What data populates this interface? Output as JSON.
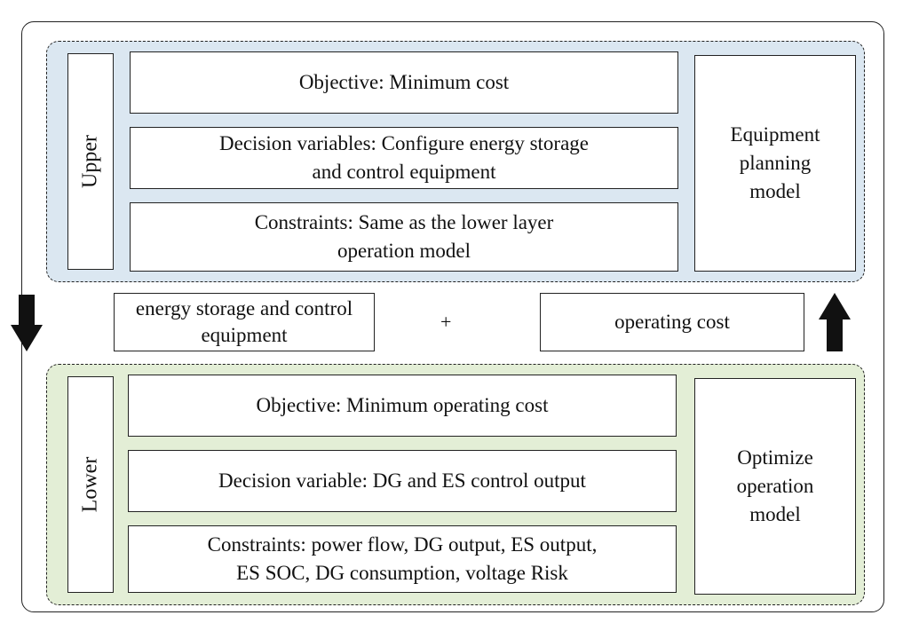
{
  "upper": {
    "layer_label": "Upper",
    "objective": "Objective: Minimum cost",
    "decision_line1": "Decision variables: Configure energy storage",
    "decision_line2": "and control equipment",
    "constraints_line1": "Constraints: Same as the lower layer",
    "constraints_line2": "operation model",
    "model_line1": "Equipment",
    "model_line2": "planning",
    "model_line3": "model"
  },
  "middle": {
    "left_line1": "energy storage and control",
    "left_line2": "equipment",
    "plus": "+",
    "right": "operating cost"
  },
  "lower": {
    "layer_label": "Lower",
    "objective": "Objective: Minimum operating cost",
    "decision": "Decision variable: DG and ES control output",
    "constraints_line1": "Constraints: power flow, DG output, ES output,",
    "constraints_line2": "ES SOC, DG consumption, voltage Risk",
    "model_line1": "Optimize",
    "model_line2": "operation",
    "model_line3": "model"
  },
  "colors": {
    "upper_fill": "#dbe7f1",
    "lower_fill": "#e3eed6",
    "stroke": "#222222"
  }
}
